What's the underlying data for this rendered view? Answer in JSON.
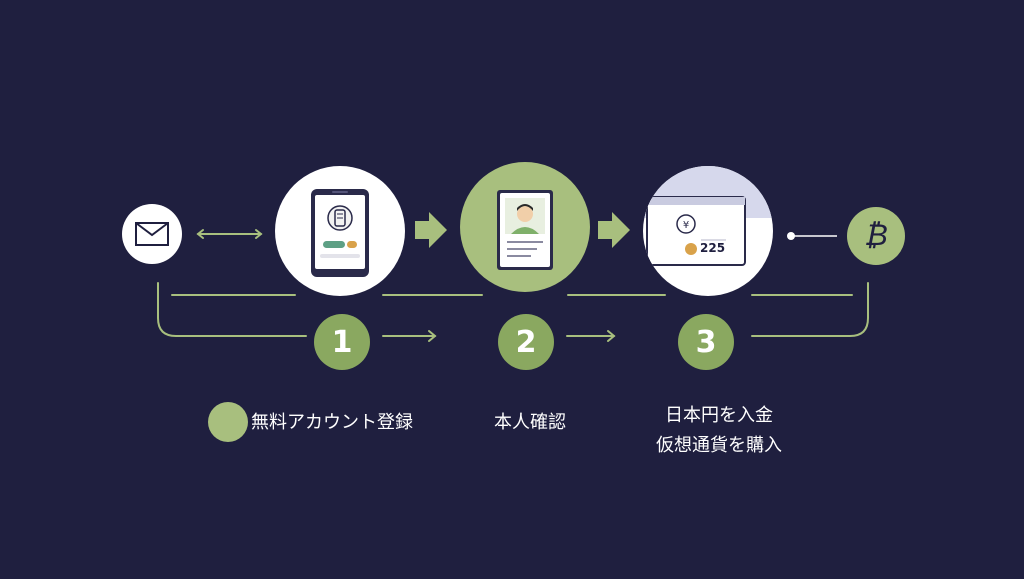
{
  "colors": {
    "background": "#1f1f3f",
    "accent_green": "#a8bf7e",
    "number_green": "#8aa860",
    "line": "#a8bf7e",
    "white": "#ffffff"
  },
  "icons": [
    "mail-icon",
    "phone-app-icon",
    "id-verification-icon",
    "bank-card-icon",
    "bitcoin-icon"
  ],
  "steps": [
    {
      "number": "1",
      "label": "無料アカウント登録"
    },
    {
      "number": "2",
      "label": "本人確認"
    },
    {
      "number": "3",
      "label_line1": "日本円を入金",
      "label_line2": "仮想通貨を購入"
    }
  ],
  "card": {
    "amount": "225"
  }
}
